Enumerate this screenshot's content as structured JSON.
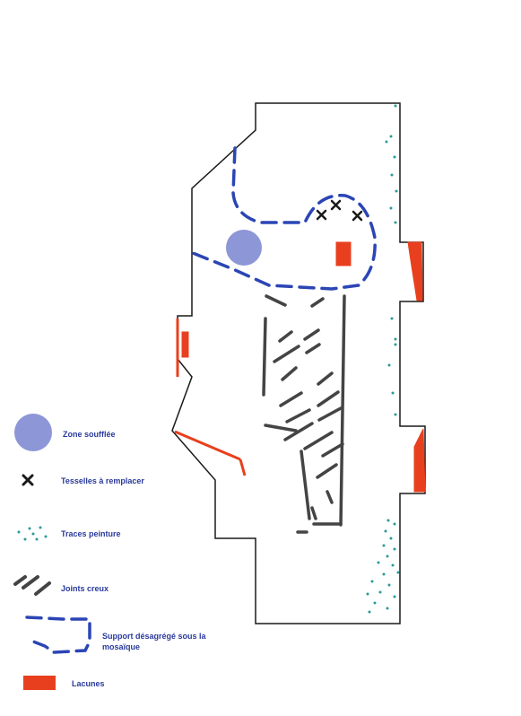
{
  "legend": {
    "items": [
      {
        "key": "zone",
        "label": "Zone soufflée",
        "color": "#8d96d6"
      },
      {
        "key": "tesselles",
        "label": "Tesselles à remplacer",
        "color": "#1a1a1a"
      },
      {
        "key": "traces",
        "label": "Traces peinture",
        "color": "#2a9a9a"
      },
      {
        "key": "joints",
        "label": "Joints creux",
        "color": "#444444"
      },
      {
        "key": "support",
        "label": "Support désagrégé sous la mosaïque",
        "color": "#2b45b5"
      },
      {
        "key": "lacunes",
        "label": "Lacunes",
        "color": "#e8401f"
      }
    ]
  },
  "colors": {
    "outline": "#1a1a1a",
    "zone": "#8d96d6",
    "support": "#2b45b5",
    "joints": "#444444",
    "traces": "#2a9a9a",
    "lacunes": "#e8401f",
    "tesselles": "#1a1a1a"
  }
}
